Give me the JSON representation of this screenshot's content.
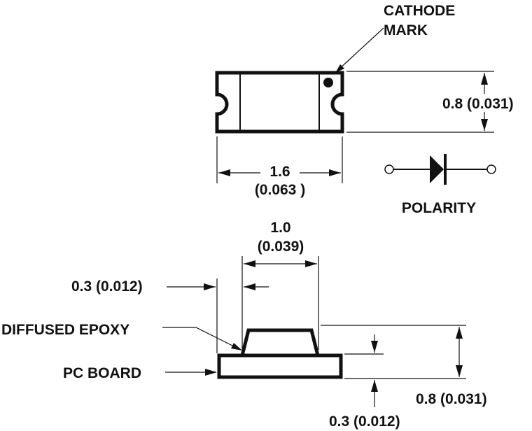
{
  "top_view": {
    "cathode_mark_label_line1": "CATHODE",
    "cathode_mark_label_line2": "MARK",
    "height_dim": "0.8 (0.031)",
    "length_dim_mm": "1.6",
    "length_dim_in": "(0.063 )"
  },
  "polarity": {
    "label": "POLARITY"
  },
  "side_view": {
    "top_width_mm": "1.0",
    "top_width_in": "(0.039)",
    "left_offset_dim": "0.3 (0.012)",
    "diffused_epoxy_label": "DIFFUSED EPOXY",
    "pc_board_label": "PC BOARD",
    "total_height_dim": "0.8 (0.031)",
    "board_height_dim": "0.3 (0.012)"
  },
  "colors": {
    "ink": "#111111",
    "background": "#ffffff"
  }
}
